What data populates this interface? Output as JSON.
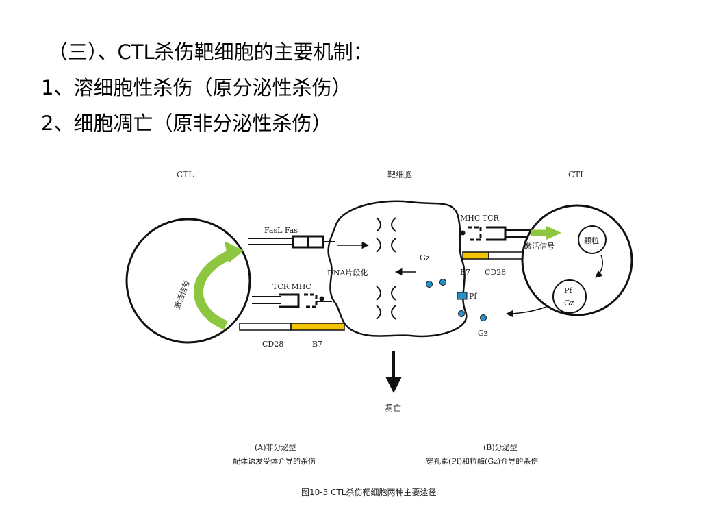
{
  "heading": {
    "line1": "（三）、CTL杀伤靶细胞的主要机制：",
    "line2": "1、溶细胞性杀伤（原分泌性杀伤）",
    "line3": "2、细胞凋亡（原非分泌性杀伤）"
  },
  "diagram": {
    "left_cell_title": "CTL",
    "center_cell_title": "靶细胞",
    "right_cell_title": "CTL",
    "left_activation": "激活信号",
    "fasl_fas": "FasL Fas",
    "tcr_mhc_left": "TCR MHC",
    "cd28_left": "CD28",
    "b7_left": "B7",
    "dna_frag": "DNA片段化",
    "gz_top": "Gz",
    "mhc_tcr_right": "MHC   TCR",
    "b7_right": "B7",
    "cd28_right": "CD28",
    "right_activation": "激活信号",
    "granule": "颗粒",
    "pf_label": "Pf",
    "pf_cell_pf": "Pf",
    "pf_cell_gz": "Gz",
    "gz_bottom": "Gz",
    "apoptosis": "凋亡",
    "caption_a_1": "(A)非分泌型",
    "caption_a_2": "配体诱发受体介导的杀伤",
    "caption_b_1": "(B)分泌型",
    "caption_b_2": "穿孔素(Pf)和粒酶(Gz)介导的杀伤",
    "figure_caption": "图10-3 CTL杀伤靶细胞两种主要途径"
  },
  "colors": {
    "green_arrow": "#8dc63f",
    "yellow_bar": "#f5c400",
    "blue_dot": "#2b8fc9"
  }
}
